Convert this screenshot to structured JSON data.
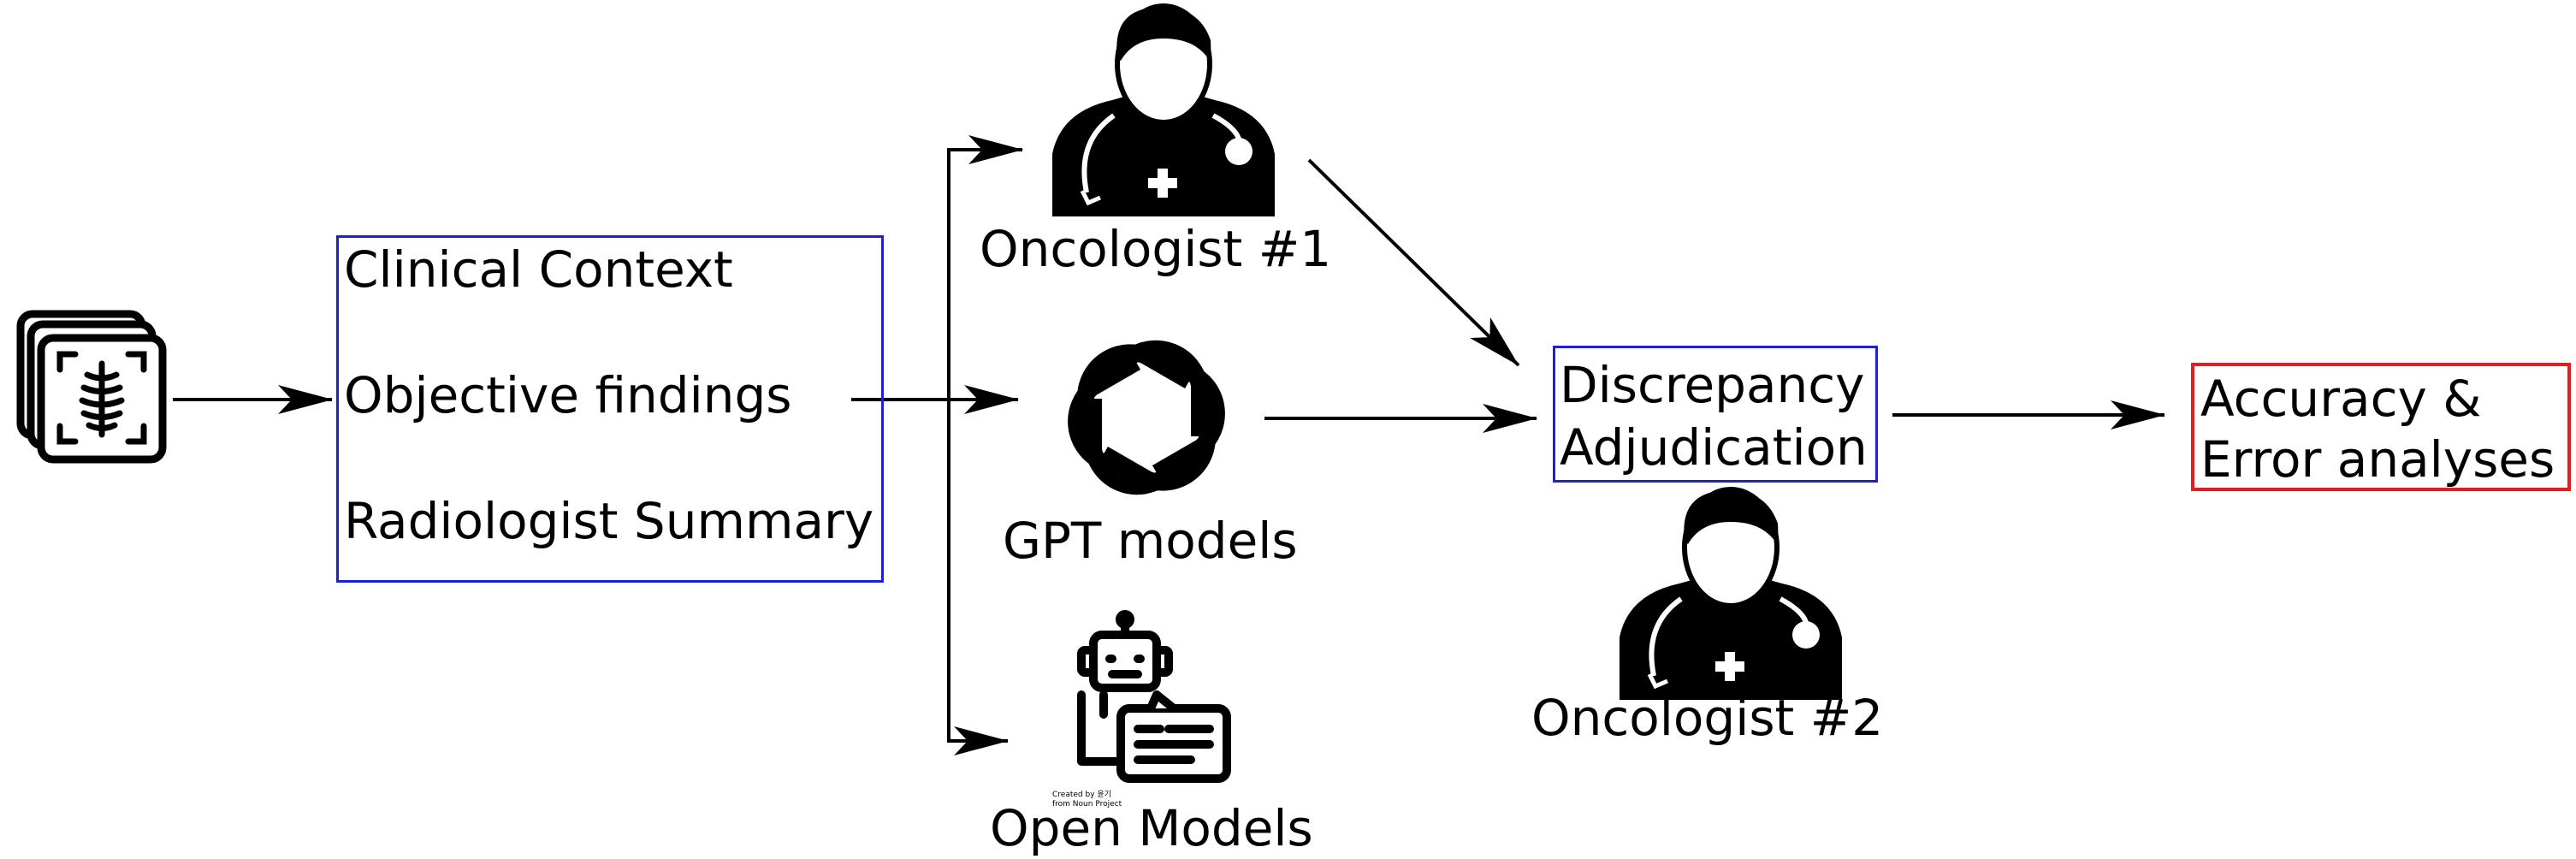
{
  "input_box": {
    "lines": [
      "Clinical Context",
      "Objective findings",
      "Radiologist Summary"
    ],
    "border_color": "#1f1fd6"
  },
  "reviewers": {
    "oncologist_1": "Oncologist #1",
    "gpt_models": "GPT models",
    "open_models": "Open Models",
    "open_models_credit": [
      "Created by 윤기",
      "from Noun Project"
    ]
  },
  "adjudication": {
    "lines": [
      "Discrepancy",
      "Adjudication"
    ],
    "border_color": "#1f1fd6",
    "reviewer": "Oncologist #2"
  },
  "output_box": {
    "lines": [
      "Accuracy &",
      "Error analyses"
    ],
    "border_color": "#e02020"
  },
  "icons": {
    "input": "xray-stack-icon",
    "oncologist_1": "doctor-icon",
    "gpt": "openai-logo-icon",
    "open_models": "robot-chat-icon",
    "oncologist_2": "doctor-icon"
  }
}
